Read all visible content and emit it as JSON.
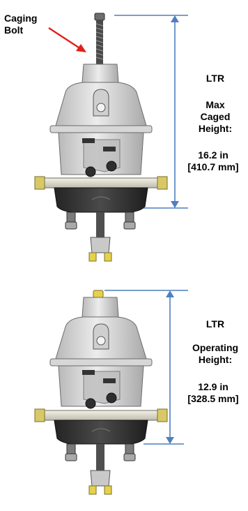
{
  "caging_bolt": {
    "line1": "Caging",
    "line2": "Bolt"
  },
  "top_diagram": {
    "model": "LTR",
    "measure_line1": "Max",
    "measure_line2": "Caged",
    "measure_line3": "Height:",
    "value_in": "16.2 in",
    "value_mm": "[410.7 mm]"
  },
  "bottom_diagram": {
    "model": "LTR",
    "measure_line1": "Operating",
    "measure_line2": "Height:",
    "value_in": "12.9 in",
    "value_mm": "[328.5 mm]"
  },
  "colors": {
    "dimension_line": "#4f7fbe",
    "arrow": "#e0201b",
    "housing_light": "#e3e3e3",
    "housing_dark": "#3a3a3a",
    "yellow_accent": "#e6d24a"
  }
}
